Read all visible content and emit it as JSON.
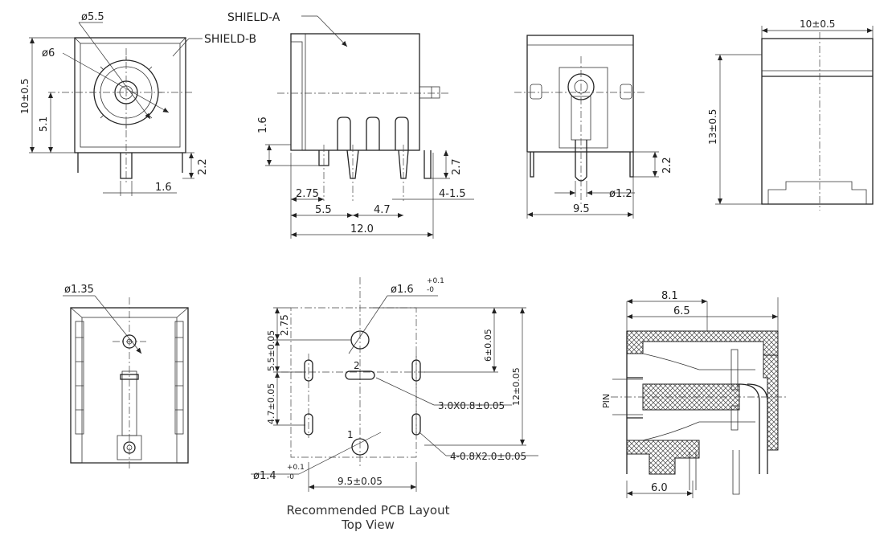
{
  "views": {
    "front": {
      "d_outer": "ø5.5",
      "d_inner": "ø6",
      "shield_b": "SHIELD-B",
      "height": "10±0.5",
      "center_h": "5.1",
      "pin_w": "1.6",
      "pin_h": "2.2"
    },
    "side": {
      "shield_a": "SHIELD-A",
      "h1": "1.6",
      "pin_h": "2.7",
      "w1": "2.75",
      "w2": "5.5",
      "w3": "4.7",
      "w4": "4-1.5",
      "total": "12.0"
    },
    "rear": {
      "pin_d": "ø1.2",
      "width": "9.5",
      "pin_h": "2.2"
    },
    "right": {
      "width": "10±0.5",
      "height": "13±0.5"
    },
    "bottom": {
      "hole_d": "ø1.35"
    },
    "pcb": {
      "hole1_d": "ø1.6",
      "hole1_tol_up": "+0.1",
      "hole1_tol_down": "-0",
      "v1": "2.75",
      "v2": "5.5±0.05",
      "v3": "4.7±0.05",
      "v4": "6±0.05",
      "v_total": "12±0.05",
      "slot2": "3.0X0.8±0.05",
      "slots4": "4-0.8X2.0±0.05",
      "hole2_d": "ø1.4",
      "hole2_tol_up": "+0.1",
      "hole2_tol_down": "-0",
      "width": "9.5±0.05",
      "label1": "1",
      "label2": "2",
      "caption_line1": "Recommended PCB Layout",
      "caption_line2": "Top View"
    },
    "section": {
      "w1": "8.1",
      "w2": "6.5",
      "pin": "PIN",
      "w3": "6.0"
    }
  }
}
